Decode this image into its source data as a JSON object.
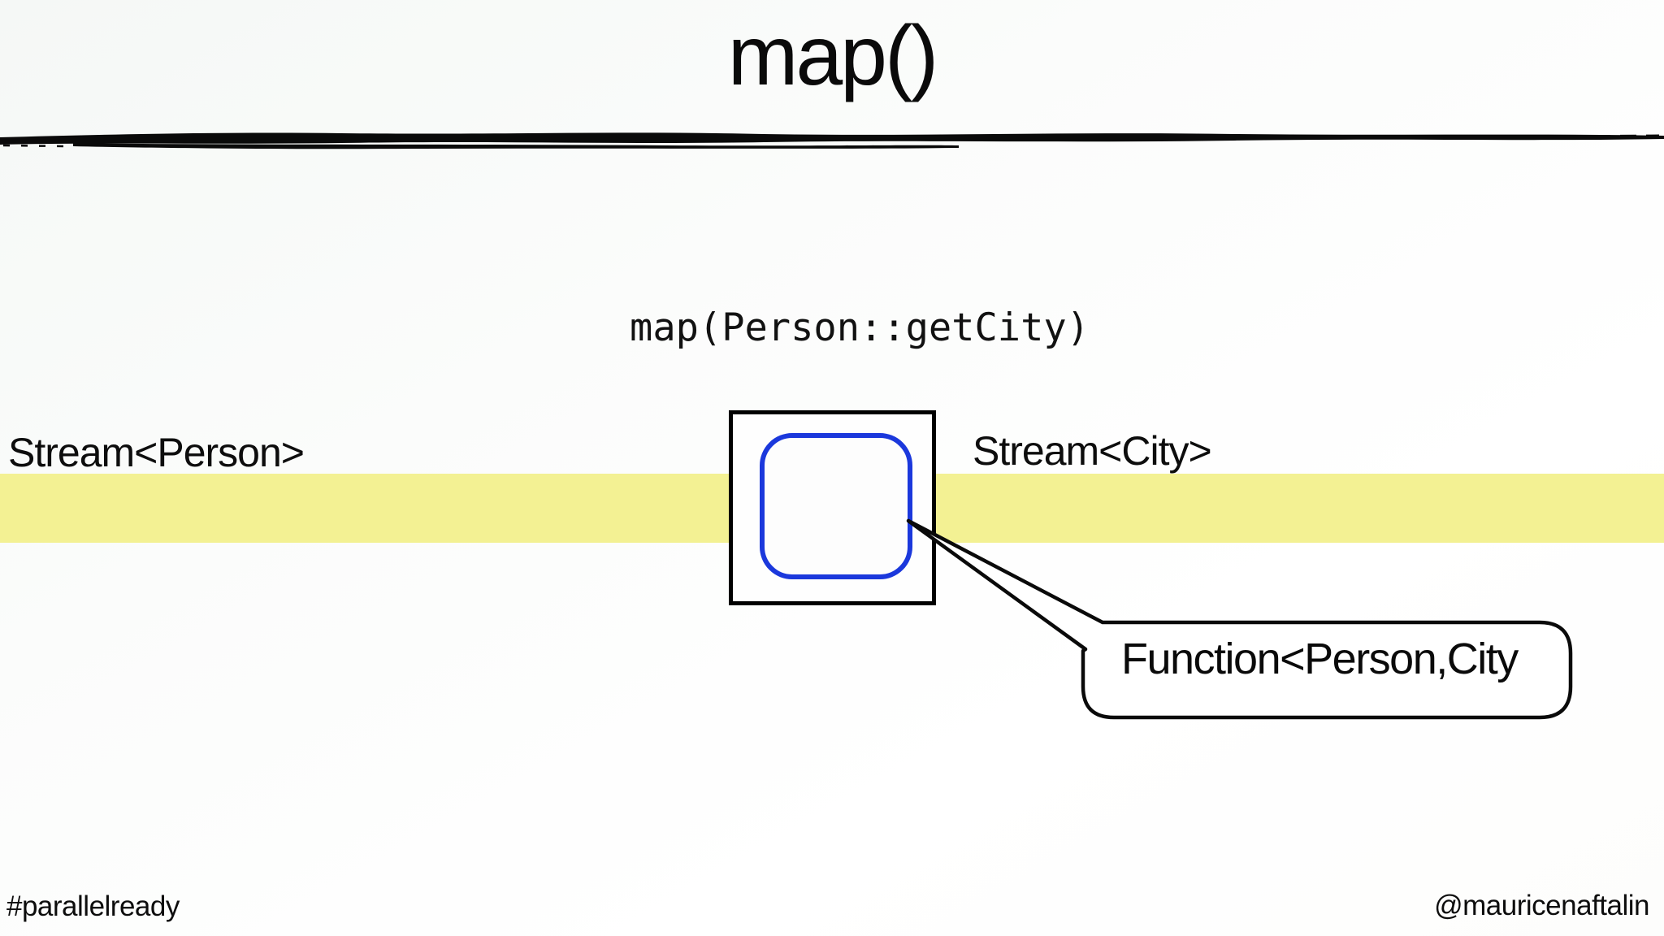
{
  "slide": {
    "title": "map()",
    "code_label": "map(Person::getCity)",
    "input_stream_label": "Stream<Person>",
    "output_stream_label": "Stream<City>",
    "callout_label": "Function<Person,City",
    "footer_left": "#parallelready",
    "footer_right": "@mauricenaftalin"
  },
  "colors": {
    "band_yellow": "#f3f193",
    "function_blue": "#1b38dc",
    "ink_black": "#0a0a0a",
    "background": "#fbfcfb"
  }
}
